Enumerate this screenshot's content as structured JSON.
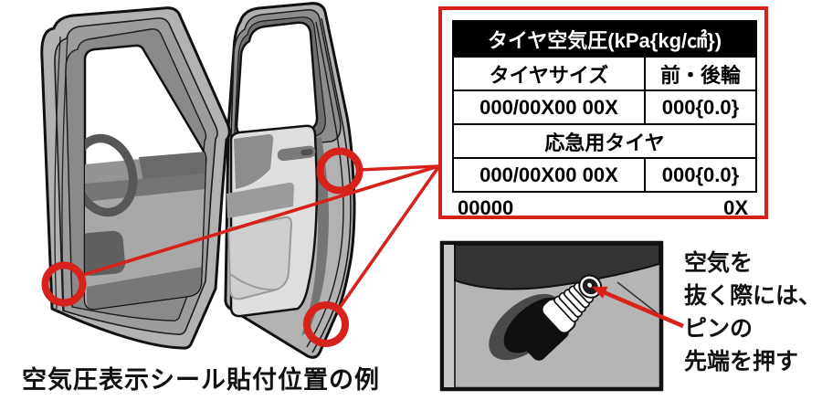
{
  "caption": "空気圧表示シール貼付位置の例",
  "pressure_table": {
    "title": "タイヤ空気圧(kPa{kg/㎠})",
    "size_header": "タイヤサイズ",
    "wheels_header": "前・後輪",
    "main_row": {
      "size": "000/00X00 00X",
      "value": "000{0.0}"
    },
    "spare_header": "応急用タイヤ",
    "spare_row": {
      "size": "000/00X00 00X",
      "value": "000{0.0}"
    },
    "code_left": "00000",
    "code_right": "0X"
  },
  "valve_note": {
    "lines": [
      "空気を",
      "抜く際には、",
      "ピンの",
      "先端を押す"
    ]
  },
  "colors": {
    "accent_red": "#d7221c",
    "table_header_bg": "#000000",
    "illustration_gray": "#b2b2b2"
  }
}
